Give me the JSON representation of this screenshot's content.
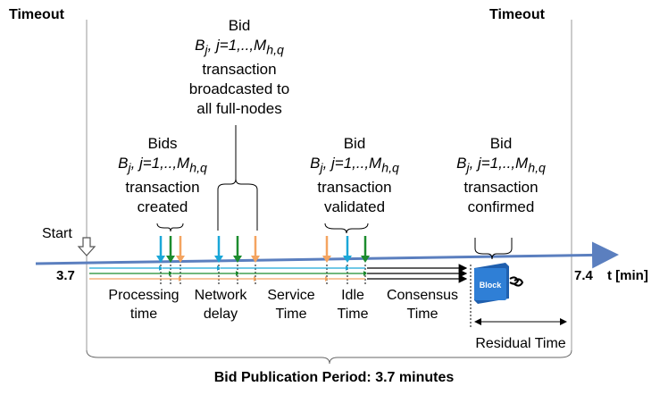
{
  "timeout_left": "Timeout",
  "timeout_right": "Timeout",
  "start_label": "Start",
  "time_start": "3.7",
  "time_end": "7.4",
  "axis_label": "t [min]",
  "block_label": "Block",
  "stages": {
    "broadcast": {
      "line1": "Bid",
      "line2": "B",
      "sub": "j",
      "mid": ", j=1,..,M",
      "sub2": "h,q",
      "line3": "transaction",
      "line4": "broadcasted to",
      "line5": "all full-nodes"
    },
    "created": {
      "line1": "Bids",
      "line2": "B",
      "sub": "j",
      "mid": ", j=1,..,M",
      "sub2": "h,q",
      "line3": "transaction",
      "line4": "created"
    },
    "validated": {
      "line1": "Bid",
      "line2": "B",
      "sub": "j",
      "mid": ", j=1,..,M",
      "sub2": "h,q",
      "line3": "transaction",
      "line4": "validated"
    },
    "confirmed": {
      "line1": "Bid",
      "line2": "B",
      "sub": "j",
      "mid": ", j=1,..,M",
      "sub2": "h,q",
      "line3": "transaction",
      "line4": "confirmed"
    }
  },
  "phases": {
    "processing": [
      "Processing",
      "time"
    ],
    "network": [
      "Network",
      "delay"
    ],
    "service": [
      "Service",
      "Time"
    ],
    "idle": [
      "Idle",
      "Time"
    ],
    "consensus": [
      "Consensus",
      "Time"
    ],
    "residual": "Residual Time"
  },
  "period_label": "Bid Publication Period: 3.7 minutes",
  "colors": {
    "axis": "#5b7fbf",
    "cyan": "#1aa7d8",
    "green": "#1c8c2e",
    "orange": "#f4a460",
    "block": "#2f7fd6"
  }
}
